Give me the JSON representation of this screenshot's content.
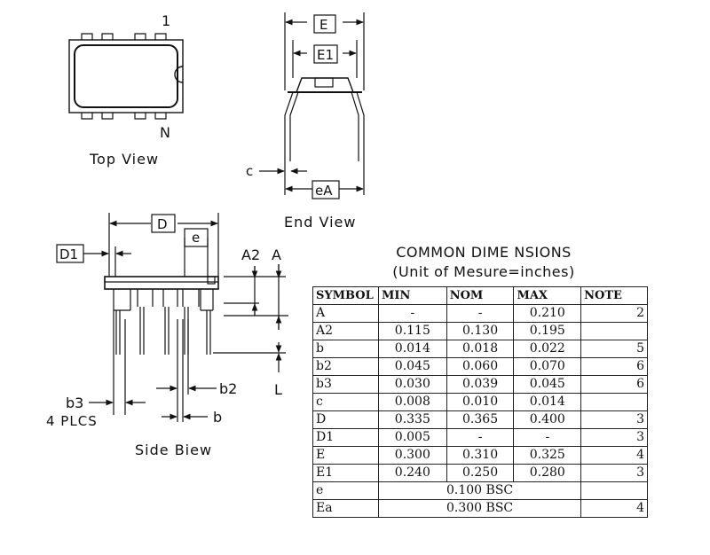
{
  "views": {
    "top": {
      "caption": "Top View",
      "pin1": "1",
      "pinN": "N"
    },
    "end": {
      "caption": "End View",
      "dim_E": "E",
      "dim_E1": "E1",
      "dim_c": "c",
      "dim_eA": "eA"
    },
    "side": {
      "caption": "Side Biew",
      "dim_D": "D",
      "dim_D1": "D1",
      "dim_e": "e",
      "dim_A2": "A2",
      "dim_A": "A",
      "dim_L": "L",
      "dim_b2": "b2",
      "dim_b3": "b3",
      "dim_b3_note": "4 PLCS",
      "dim_b": "b"
    }
  },
  "table": {
    "title": "COMMON DIME NSIONS",
    "subtitle": "(Unit of Mesure=inches)",
    "headers": [
      "SYMBOL",
      "MIN",
      "NOM",
      "MAX",
      "NOTE"
    ],
    "rows": [
      {
        "symbol": "A",
        "min": "-",
        "nom": "-",
        "max": "0.210",
        "note": "2"
      },
      {
        "symbol": "A2",
        "min": "0.115",
        "nom": "0.130",
        "max": "0.195",
        "note": ""
      },
      {
        "symbol": "b",
        "min": "0.014",
        "nom": "0.018",
        "max": "0.022",
        "note": "5"
      },
      {
        "symbol": "b2",
        "min": "0.045",
        "nom": "0.060",
        "max": "0.070",
        "note": "6"
      },
      {
        "symbol": "b3",
        "min": "0.030",
        "nom": "0.039",
        "max": "0.045",
        "note": "6"
      },
      {
        "symbol": "c",
        "min": "0.008",
        "nom": "0.010",
        "max": "0.014",
        "note": ""
      },
      {
        "symbol": "D",
        "min": "0.335",
        "nom": "0.365",
        "max": "0.400",
        "note": "3"
      },
      {
        "symbol": "D1",
        "min": "0.005",
        "nom": "-",
        "max": "-",
        "note": "3"
      },
      {
        "symbol": "E",
        "min": "0.300",
        "nom": "0.310",
        "max": "0.325",
        "note": "4"
      },
      {
        "symbol": "E1",
        "min": "0.240",
        "nom": "0.250",
        "max": "0.280",
        "note": "3"
      }
    ],
    "span_rows": [
      {
        "symbol": "e",
        "value": "0.100 BSC",
        "note": ""
      },
      {
        "symbol": "Ea",
        "value": "0.300 BSC",
        "note": "4"
      }
    ]
  }
}
